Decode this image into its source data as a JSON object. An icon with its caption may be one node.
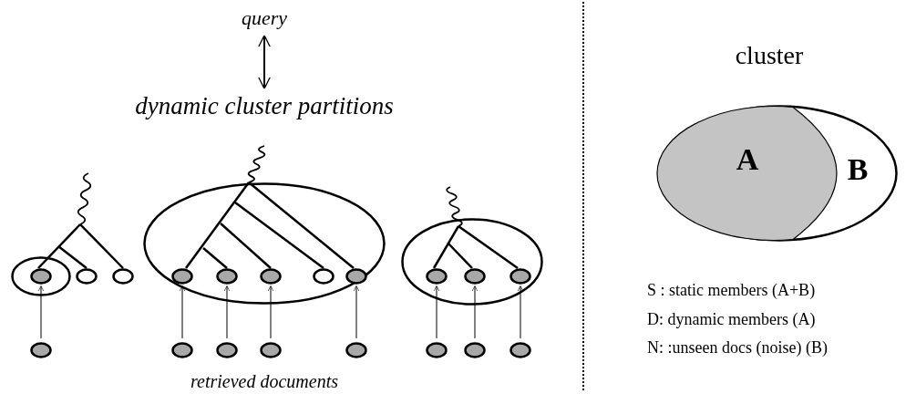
{
  "diagram": {
    "nodes": [
      {
        "text": [
          "query"
        ]
      },
      {
        "text": [
          "dynamic cluster partitions"
        ]
      },
      {
        "text": [],
        "shape": "ellipse"
      },
      {
        "text": [],
        "shape": "circle",
        "in": 2
      },
      {
        "text": [],
        "shape": "circle"
      },
      {
        "text": [],
        "shape": "circle"
      },
      {
        "text": [],
        "shape": "ellipse"
      },
      {
        "text": [],
        "shape": "circle",
        "in": 6
      },
      {
        "text": [],
        "shape": "circle",
        "in": 6
      },
      {
        "text": [],
        "shape": "circle",
        "in": 6
      },
      {
        "text": [],
        "shape": "circle",
        "in": 6
      },
      {
        "text": [],
        "shape": "circle",
        "in": 6
      },
      {
        "text": [],
        "shape": "ellipse"
      },
      {
        "text": [],
        "shape": "circle",
        "in": 12
      },
      {
        "text": [],
        "shape": "circle",
        "in": 12
      },
      {
        "text": [],
        "shape": "circle",
        "in": 12
      },
      {
        "text": [],
        "shape": "circle"
      },
      {
        "text": [],
        "shape": "circle"
      },
      {
        "text": [],
        "shape": "circle"
      },
      {
        "text": [],
        "shape": "circle"
      },
      {
        "text": [],
        "shape": "circle"
      },
      {
        "text": [],
        "shape": "circle"
      },
      {
        "text": [],
        "shape": "circle"
      },
      {
        "text": [],
        "shape": "circle"
      },
      {
        "text": [
          "B"
        ]
      },
      {
        "text": [
          "A"
        ],
        "in": 24
      }
    ],
    "edges": [
      {
        "from": 0,
        "to": 1,
        "arrow": "both"
      },
      {
        "from": 16,
        "to": 3,
        "arrow": "to"
      },
      {
        "from": 17,
        "to": 7,
        "arrow": "to"
      },
      {
        "from": 18,
        "to": 8,
        "arrow": "to"
      },
      {
        "from": 19,
        "to": 9,
        "arrow": "to"
      },
      {
        "from": 20,
        "to": 11,
        "arrow": "to"
      },
      {
        "from": 21,
        "to": 13,
        "arrow": "to"
      },
      {
        "from": 22,
        "to": 14,
        "arrow": "to"
      },
      {
        "from": 23,
        "to": 15,
        "arrow": "to"
      }
    ],
    "labels": [
      "cluster",
      "retrieved documents",
      "S : static members (A+B)",
      "D: dynamic members (A)",
      "N: :unseen docs (noise) (B)"
    ]
  }
}
